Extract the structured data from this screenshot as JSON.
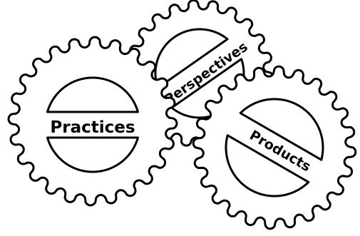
{
  "gears": [
    {
      "id": "practices",
      "label": "Practices"
    },
    {
      "id": "perspectives",
      "label": "Perspectives"
    },
    {
      "id": "products",
      "label": "Products"
    }
  ],
  "colors": {
    "stroke": "#000000",
    "fill": "#ffffff"
  }
}
